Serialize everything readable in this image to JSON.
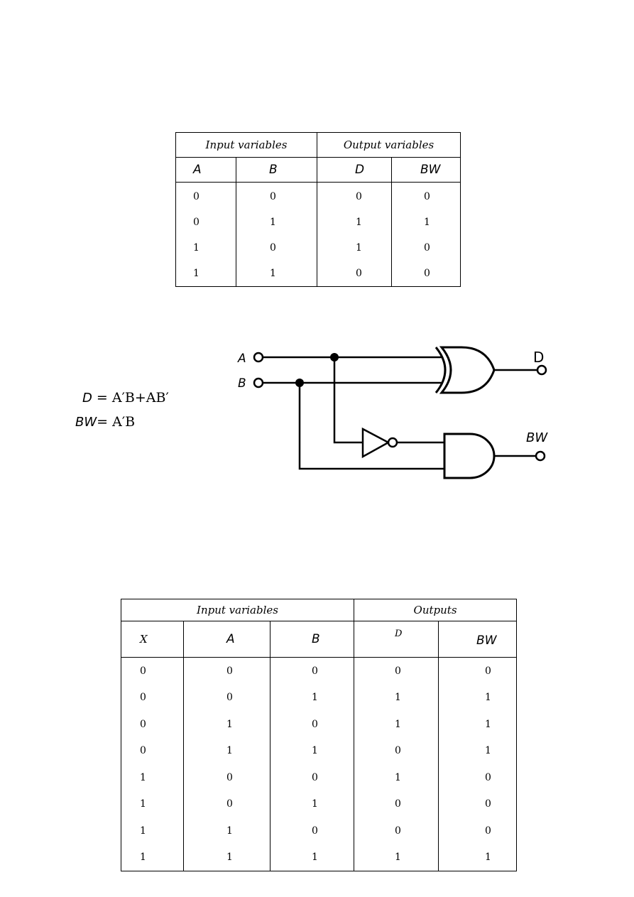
{
  "table1": {
    "group_headers": [
      {
        "label": "Input variables",
        "span": 2
      },
      {
        "label": "Output variables",
        "span": 2
      }
    ],
    "columns": [
      "A",
      "B",
      "D",
      "BW"
    ],
    "rows": [
      [
        "0",
        "0",
        "0",
        "0"
      ],
      [
        "0",
        "1",
        "1",
        "1"
      ],
      [
        "1",
        "0",
        "1",
        "0"
      ],
      [
        "1",
        "1",
        "0",
        "0"
      ]
    ]
  },
  "equations": {
    "d_var": "D",
    "d_expr": "= A′B+AB′",
    "bw_var": "BW",
    "bw_expr": "= A′B"
  },
  "circuit": {
    "input_a": "A",
    "input_b": "B",
    "output_d": "D",
    "output_bw": "BW",
    "gates": [
      "xor-gate",
      "not-gate",
      "and-gate"
    ]
  },
  "table2": {
    "group_headers": [
      {
        "label": "Input variables",
        "span": 3
      },
      {
        "label": "Outputs",
        "span": 2
      }
    ],
    "columns": [
      "X",
      "A",
      "B",
      "D",
      "BW"
    ],
    "rows": [
      [
        "0",
        "0",
        "0",
        "0",
        "0"
      ],
      [
        "0",
        "0",
        "1",
        "1",
        "1"
      ],
      [
        "0",
        "1",
        "0",
        "1",
        "1"
      ],
      [
        "0",
        "1",
        "1",
        "0",
        "1"
      ],
      [
        "1",
        "0",
        "0",
        "1",
        "0"
      ],
      [
        "1",
        "0",
        "1",
        "0",
        "0"
      ],
      [
        "1",
        "1",
        "0",
        "0",
        "0"
      ],
      [
        "1",
        "1",
        "1",
        "1",
        "1"
      ]
    ]
  }
}
